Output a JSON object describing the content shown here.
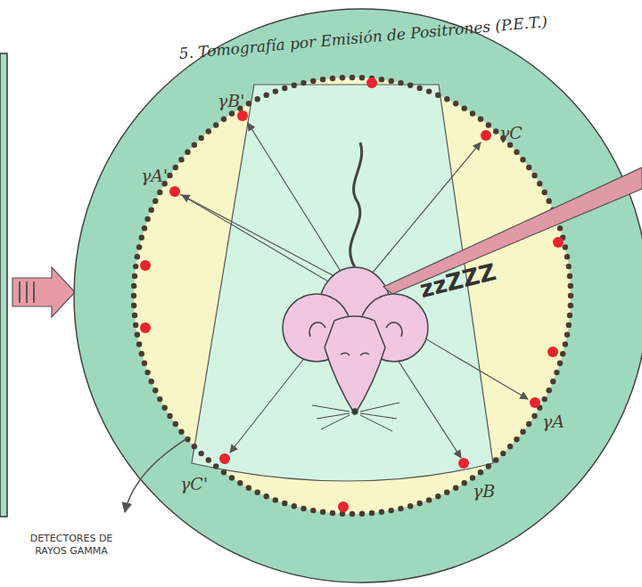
{
  "diagram": {
    "title": "5. Tomografía por Emisión de Positrones (P.E.T.)",
    "labels": [
      "γB'",
      "γC",
      "γA'",
      "γA",
      "γC'",
      "γB",
      "zzZZZ",
      "DETECTORES DE RAYOS GAMMA"
    ]
  }
}
